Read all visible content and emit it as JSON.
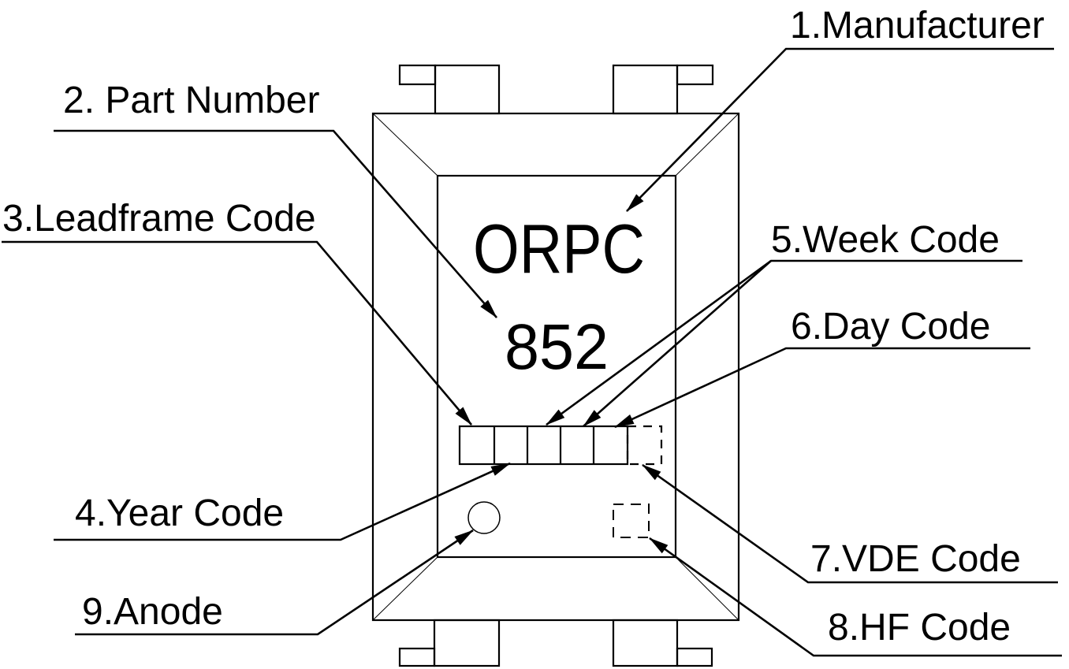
{
  "diagram": {
    "type": "package-marking-callout-diagram",
    "marking": {
      "line1": "ORPC",
      "line2": "852"
    },
    "callouts": [
      {
        "label": "1.Manufacturer"
      },
      {
        "label": "2. Part Number"
      },
      {
        "label": "3.Leadframe Code"
      },
      {
        "label": "4.Year Code"
      },
      {
        "label": "5.Week Code"
      },
      {
        "label": "6.Day Code"
      },
      {
        "label": "7.VDE Code"
      },
      {
        "label": "8.HF Code"
      },
      {
        "label": "9.Anode"
      }
    ],
    "date_code_row": {
      "solid_cells": 5,
      "dashed_cells": 1
    },
    "colors": {
      "line": "#000000",
      "background": "#ffffff"
    }
  }
}
